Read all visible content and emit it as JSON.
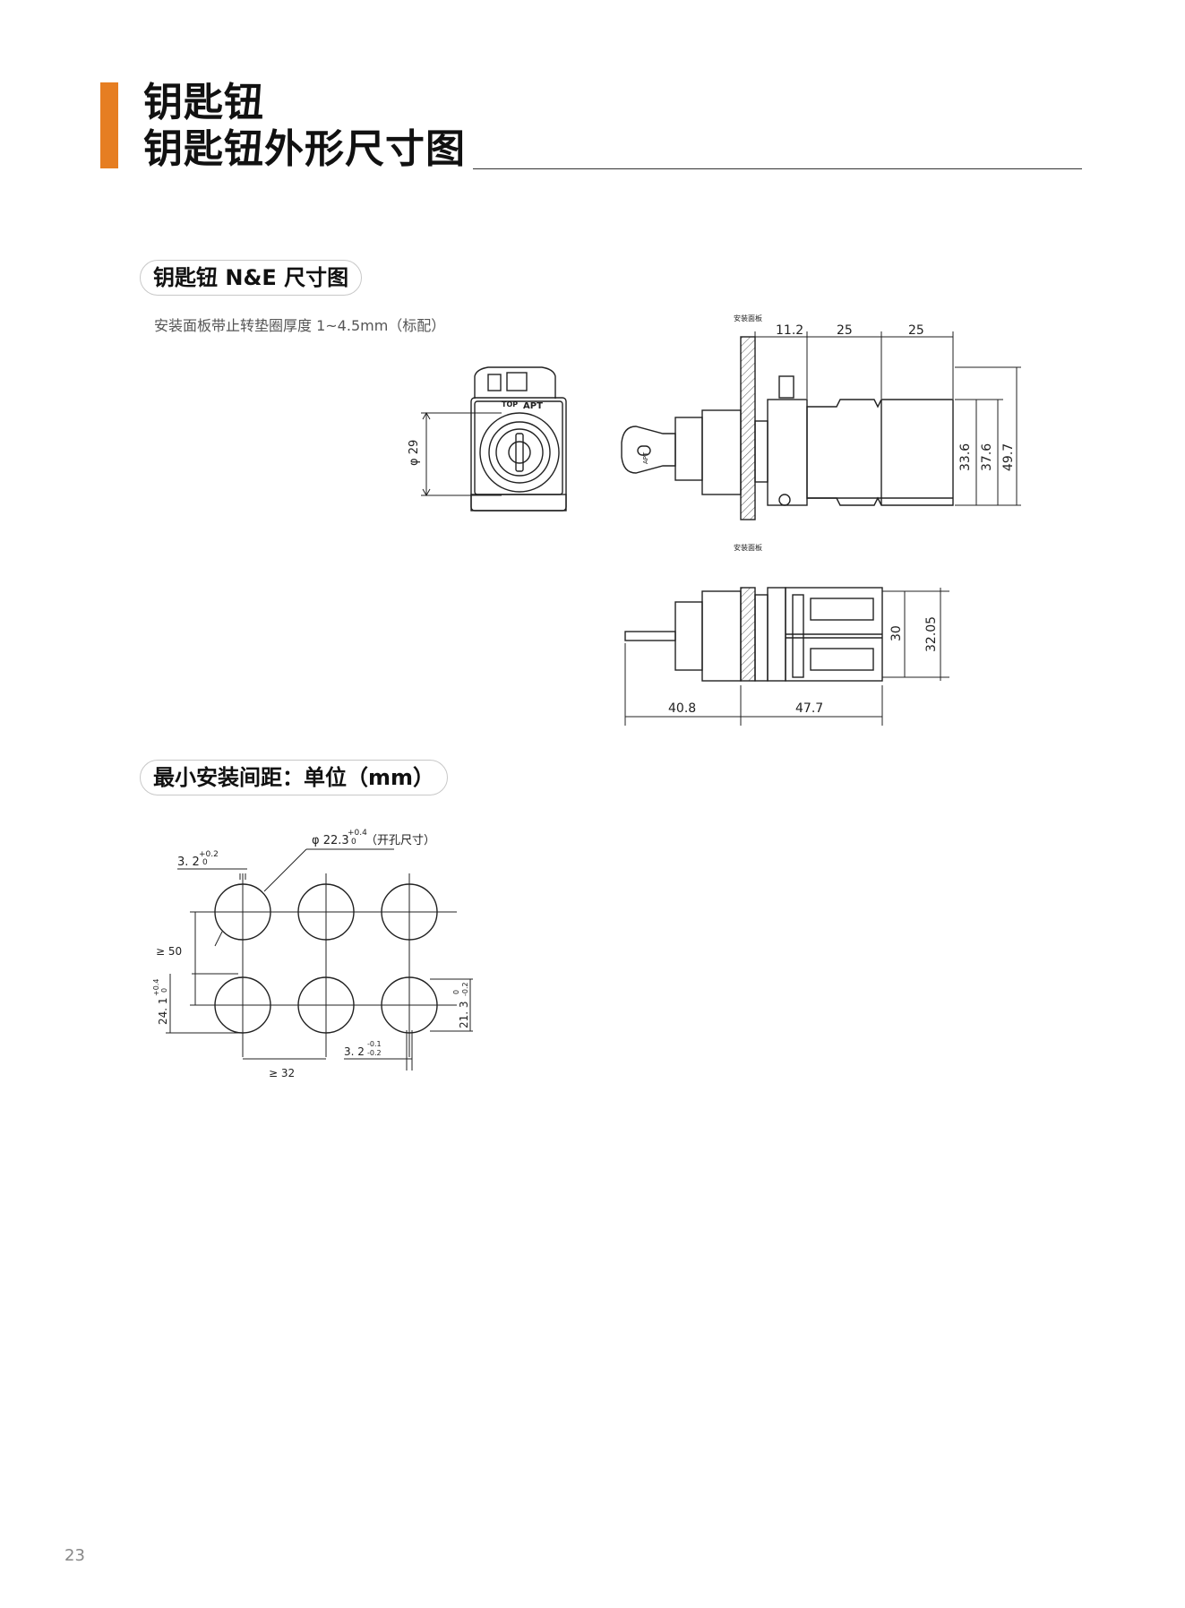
{
  "header": {
    "title_line1": "钥匙钮",
    "title_line2": "钥匙钮外形尺寸图"
  },
  "section1": {
    "heading": "钥匙钮 N&E 尺寸图",
    "note": "安装面板带止转垫圈厚度 1~4.5mm（标配）"
  },
  "drawing1": {
    "panel_label_top": "安装面板",
    "panel_label_bottom": "安装面板",
    "front_diameter": "φ 29",
    "key_top_text": "TOP",
    "key_brand": "APT",
    "key_tag": "APT",
    "dim_11_2": "11.2",
    "dim_25a": "25",
    "dim_25b": "25",
    "dim_33_6": "33.6",
    "dim_37_6": "37.6",
    "dim_49_7": "49.7",
    "dim_30": "30",
    "dim_32_05": "32.05",
    "dim_40_8": "40.8",
    "dim_47_7": "47.7"
  },
  "section2": {
    "heading": "最小安装间距：单位（mm）"
  },
  "drawing2": {
    "hole_diameter": "φ 22.3",
    "hole_tol_upper": "+0.4",
    "hole_tol_lower": "0",
    "hole_note": "（开孔尺寸）",
    "notch_width": "3. 2",
    "notch_tol_upper": "+0.2",
    "notch_tol_lower": "0",
    "vertical_spacing": "≥ 50",
    "notch_depth": "24. 1",
    "notch_depth_tol_upper": "+0.4",
    "notch_depth_tol_lower": "0",
    "flat_dim": "21. 3",
    "flat_tol_upper": "0",
    "flat_tol_lower": "-0.2",
    "bottom_notch": "3. 2",
    "bottom_notch_tol_upper": "-0.1",
    "bottom_notch_tol_lower": "-0.2",
    "horizontal_spacing": "≥ 32"
  },
  "footer": {
    "page_number": "23"
  }
}
